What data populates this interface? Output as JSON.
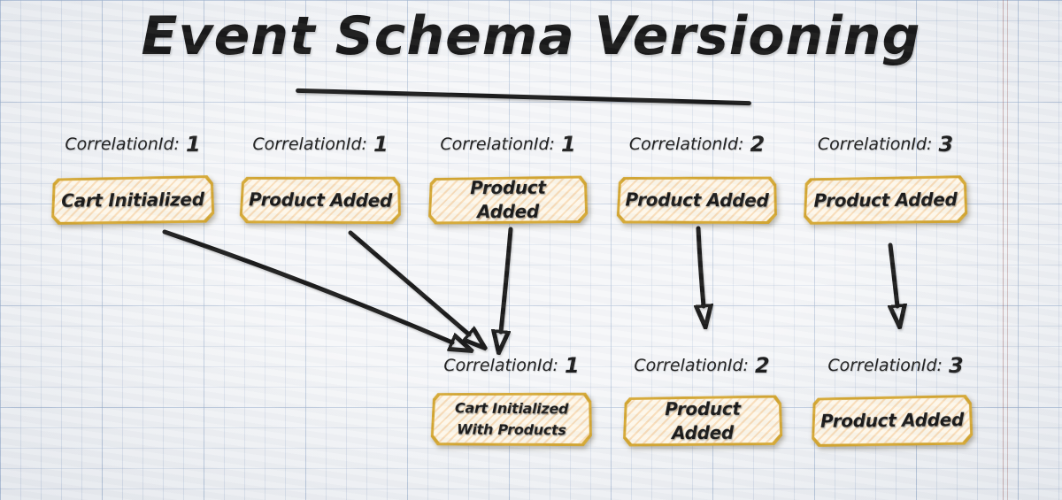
{
  "title": "Event Schema Versioning",
  "diagram": {
    "before": [
      {
        "correlation_label": "CorrelationId:",
        "correlation_id": "1",
        "event": "Cart Initialized"
      },
      {
        "correlation_label": "CorrelationId:",
        "correlation_id": "1",
        "event": "Product Added"
      },
      {
        "correlation_label": "CorrelationId:",
        "correlation_id": "1",
        "event": "Product Added"
      },
      {
        "correlation_label": "CorrelationId:",
        "correlation_id": "2",
        "event": "Product Added"
      },
      {
        "correlation_label": "CorrelationId:",
        "correlation_id": "3",
        "event": "Product Added"
      }
    ],
    "after": [
      {
        "correlation_label": "CorrelationId:",
        "correlation_id": "1",
        "event": "Cart Initialized\nWith Products"
      },
      {
        "correlation_label": "CorrelationId:",
        "correlation_id": "2",
        "event": "Product Added"
      },
      {
        "correlation_label": "CorrelationId:",
        "correlation_id": "3",
        "event": "Product Added"
      }
    ],
    "edges": [
      {
        "from": "before.0",
        "to": "after.0"
      },
      {
        "from": "before.1",
        "to": "after.0"
      },
      {
        "from": "before.2",
        "to": "after.0"
      },
      {
        "from": "before.3",
        "to": "after.1"
      },
      {
        "from": "before.4",
        "to": "after.2"
      }
    ]
  },
  "colors": {
    "box_border": "#d4a62f",
    "box_fill": "#fdf7ea",
    "box_hatch": "#f5c68f",
    "ink": "#191919",
    "grid_line": "#8da6c7",
    "paper": "#f1f3f6",
    "margin_line": "#9e6060"
  }
}
